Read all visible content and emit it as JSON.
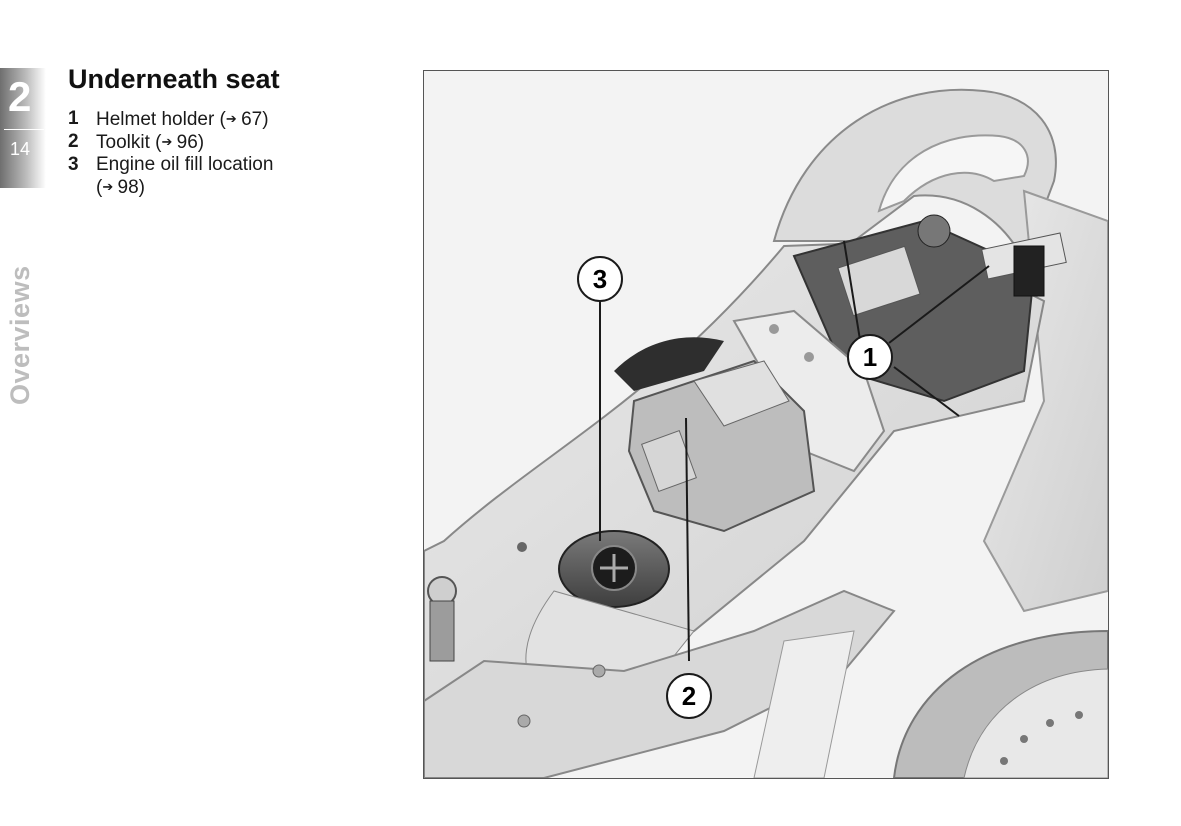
{
  "chapter": {
    "number": "2",
    "page": "14"
  },
  "section_tag": "Overviews",
  "heading": "Underneath seat",
  "items": [
    {
      "num": "1",
      "lines": [
        "Helmet holder  (",
        "➔",
        " 67)"
      ]
    },
    {
      "num": "2",
      "lines": [
        "Toolkit  (",
        "➔",
        " 96)"
      ]
    },
    {
      "num": "3",
      "lines": [
        "Engine oil fill location",
        "(",
        "➔",
        " 98)"
      ]
    }
  ],
  "callouts": [
    "1",
    "2",
    "3"
  ]
}
